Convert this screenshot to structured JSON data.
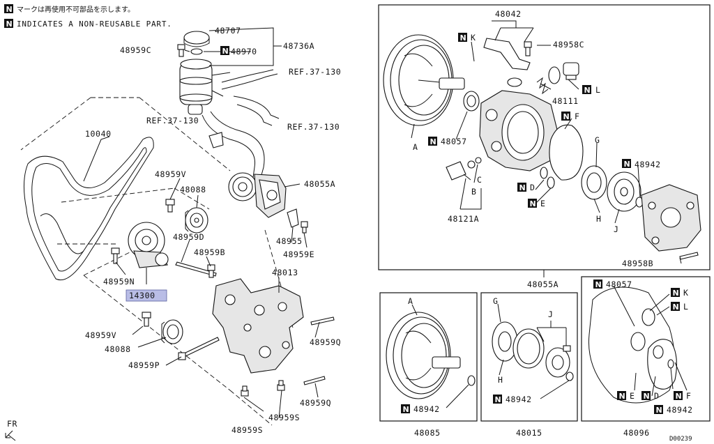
{
  "legend": {
    "line_jp": "マークは再使用不可部品を示します。",
    "line_en": "INDICATES A NON-REUSABLE PART.",
    "badge": "N"
  },
  "labels": {
    "p48707": "48707",
    "p48736A": "48736A",
    "p48959C": "48959C",
    "p48970": "48970",
    "ref37_130_a": "REF.37-130",
    "ref37_130_b": "REF.37-130",
    "ref37_130_c": "REF.37-130",
    "p10040": "10040",
    "p48959V_top": "48959V",
    "p48088_top": "48088",
    "p48055A_main": "48055A",
    "p48959D": "48959D",
    "p48959B": "48959B",
    "p48955": "48955",
    "p48959E": "48959E",
    "p48959N": "48959N",
    "p14300": "14300",
    "p48013": "48013",
    "p48959V_bot": "48959V",
    "p48088_bot": "48088",
    "p48959Q_a": "48959Q",
    "p48959P": "48959P",
    "p48959Q_b": "48959Q",
    "p48959S_a": "48959S",
    "p48959S_b": "48959S",
    "fr": "FR"
  },
  "pump_box": {
    "p48042": "48042",
    "p48958C": "48958C",
    "K": "K",
    "L": "L",
    "p48111": "48111",
    "F": "F",
    "p48057": "48057",
    "A": "A",
    "G": "G",
    "p48942": "48942",
    "C": "C",
    "B": "B",
    "D": "D",
    "E": "E",
    "H": "H",
    "J": "J",
    "p48121A": "48121A",
    "p48958B": "48958B",
    "caption": "48055A"
  },
  "box_48085": {
    "A": "A",
    "p48942": "48942",
    "caption": "48085"
  },
  "box_48015": {
    "G": "G",
    "J": "J",
    "H": "H",
    "p48942": "48942",
    "caption": "48015"
  },
  "box_48096": {
    "p48057": "48057",
    "K": "K",
    "L": "L",
    "E": "E",
    "D": "D",
    "F": "F",
    "p48942": "48942",
    "caption": "48096"
  },
  "diagram_id": "D00239",
  "colors": {
    "highlight": "#b9bde6",
    "ink": "#111111"
  }
}
